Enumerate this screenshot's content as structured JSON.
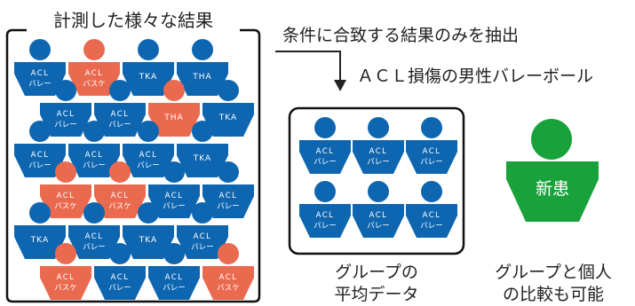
{
  "colors": {
    "blue": "#0e66b0",
    "orange": "#ea6a4f",
    "green": "#19a23a",
    "text": "#222222",
    "frame": "#111111"
  },
  "left_panel": {
    "title": "計測した様々な結果"
  },
  "filter": {
    "text": "条件に合致する結果のみを抽出",
    "criteria": "ＡＣＬ損傷の男性バレーボール"
  },
  "group_caption": {
    "line1": "グループの",
    "line2": "平均データ"
  },
  "compare_caption": {
    "line1": "グループと個人",
    "line2": "の比較も可能"
  },
  "new_patient": {
    "label": "新患"
  },
  "labels": {
    "acl": "ACL",
    "volley": "バレー",
    "basket": "バスケ",
    "tka": "TKA",
    "tha": "THA"
  },
  "icon_kinds": {
    "acl_volley": {
      "color": "blue",
      "line1": "acl",
      "line2": "volley"
    },
    "acl_basket": {
      "color": "orange",
      "line1": "acl",
      "line2": "basket"
    },
    "tka": {
      "color": "blue",
      "line1": "tka"
    },
    "tha_blue": {
      "color": "blue",
      "line1": "tha"
    },
    "tha_orange": {
      "color": "orange",
      "line1": "tha"
    }
  },
  "left_icon_rows": [
    [
      "acl_volley",
      "acl_basket",
      "tka",
      "tha_blue"
    ],
    [
      "acl_volley",
      "acl_volley",
      "tha_orange",
      "tka"
    ],
    [
      "acl_volley",
      "acl_volley",
      "acl_volley",
      "tka"
    ],
    [
      "acl_basket",
      "acl_basket",
      "acl_volley",
      "acl_volley"
    ],
    [
      "tka",
      "acl_volley",
      "tka",
      "acl_volley"
    ],
    [
      "acl_basket",
      "acl_volley",
      "acl_volley",
      "acl_basket"
    ]
  ],
  "group_icon_rows": [
    [
      "acl_volley",
      "acl_volley",
      "acl_volley"
    ],
    [
      "acl_volley",
      "acl_volley",
      "acl_volley"
    ]
  ]
}
